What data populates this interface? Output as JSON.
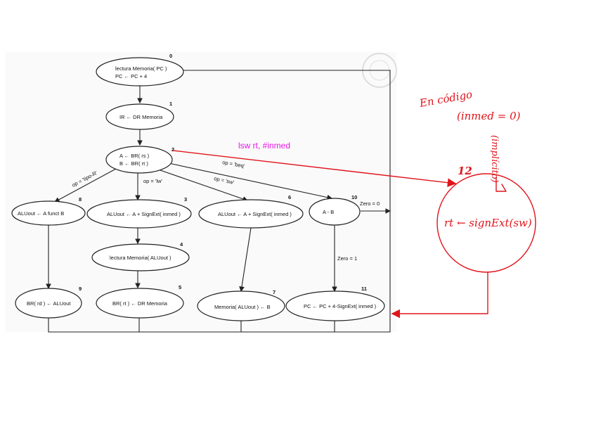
{
  "diagram": {
    "states": [
      {
        "id": "0",
        "line1": "lectura Memoria( PC )",
        "line2": "PC ← PC + 4"
      },
      {
        "id": "1",
        "line1": "IR ← DR Memoria"
      },
      {
        "id": "2",
        "line1": "A ← BR( rs )",
        "line2": "B ← BR( rt )"
      },
      {
        "id": "8",
        "line1": "ALUout ← A funct B"
      },
      {
        "id": "3",
        "line1": "ALUout ← A + SignExt( inmed )"
      },
      {
        "id": "6",
        "line1": "ALUout ← A + SignExt( inmed )"
      },
      {
        "id": "10",
        "line1": "A - B"
      },
      {
        "id": "4",
        "line1": "lectura Memoria( ALUout )"
      },
      {
        "id": "9",
        "line1": "BR( rd ) ← ALUout"
      },
      {
        "id": "5",
        "line1": "BR( rt ) ← DR Memoria"
      },
      {
        "id": "7",
        "line1": "Memoria( ALUout ) ← B"
      },
      {
        "id": "11",
        "line1": "PC ← PC + 4-SignExt( inmed )"
      }
    ],
    "edge_labels": {
      "tipoR": "op = 'tipo-R'",
      "lw": "op = 'lw'",
      "sw": "op = 'sw'",
      "beq": "op = 'beq'",
      "zero0": "Zero = 0",
      "zero1": "Zero = 1"
    }
  },
  "annotations": {
    "magenta_note": "lsw rt, #inmed",
    "handwritten_title": "En código",
    "handwritten_cond": "(inmed = 0)",
    "handwritten_implicit": "(implícito)",
    "new_state_number": "12",
    "new_state_text": "rt ← signExt(sw)"
  },
  "colors": {
    "ink": "#e0141b",
    "magenta": "#e619e6"
  }
}
